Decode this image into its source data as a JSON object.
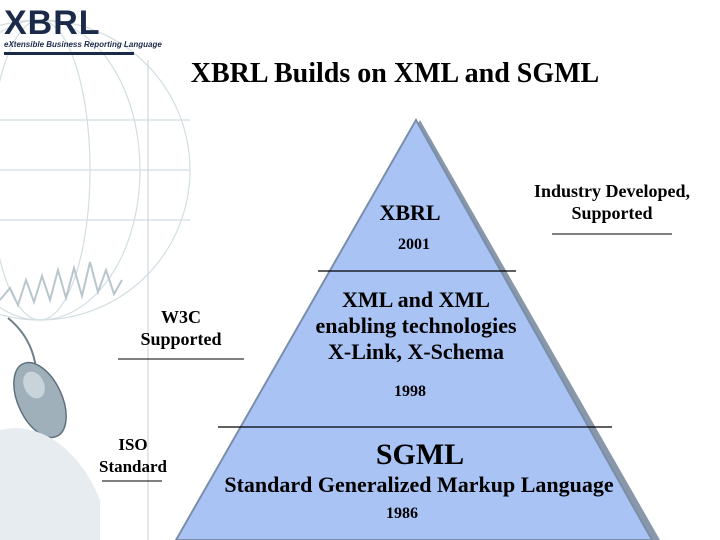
{
  "logo": {
    "main": "XBRL",
    "sub": "eXtensible Business Reporting Language"
  },
  "title": "XBRL Builds on XML and SGML",
  "pyramid": {
    "top": {
      "label": "XBRL",
      "year": "2001"
    },
    "middle": {
      "line1": "XML and XML",
      "line2": "enabling technologies",
      "line3": "X-Link, X-Schema",
      "year": "1998"
    },
    "bottom": {
      "label": "SGML",
      "sublabel": "Standard Generalized Markup Language",
      "year": "1986"
    }
  },
  "side_labels": {
    "industry": {
      "line1": "Industry Developed,",
      "line2": "Supported"
    },
    "w3c": {
      "line1": "W3C",
      "line2": "Supported"
    },
    "iso": {
      "line1": "ISO",
      "line2": "Standard"
    }
  },
  "colors": {
    "pyramid_fill": "#a9c3f5",
    "pyramid_edge": "#7a8ea8",
    "logo_text": "#1c2a4a"
  }
}
